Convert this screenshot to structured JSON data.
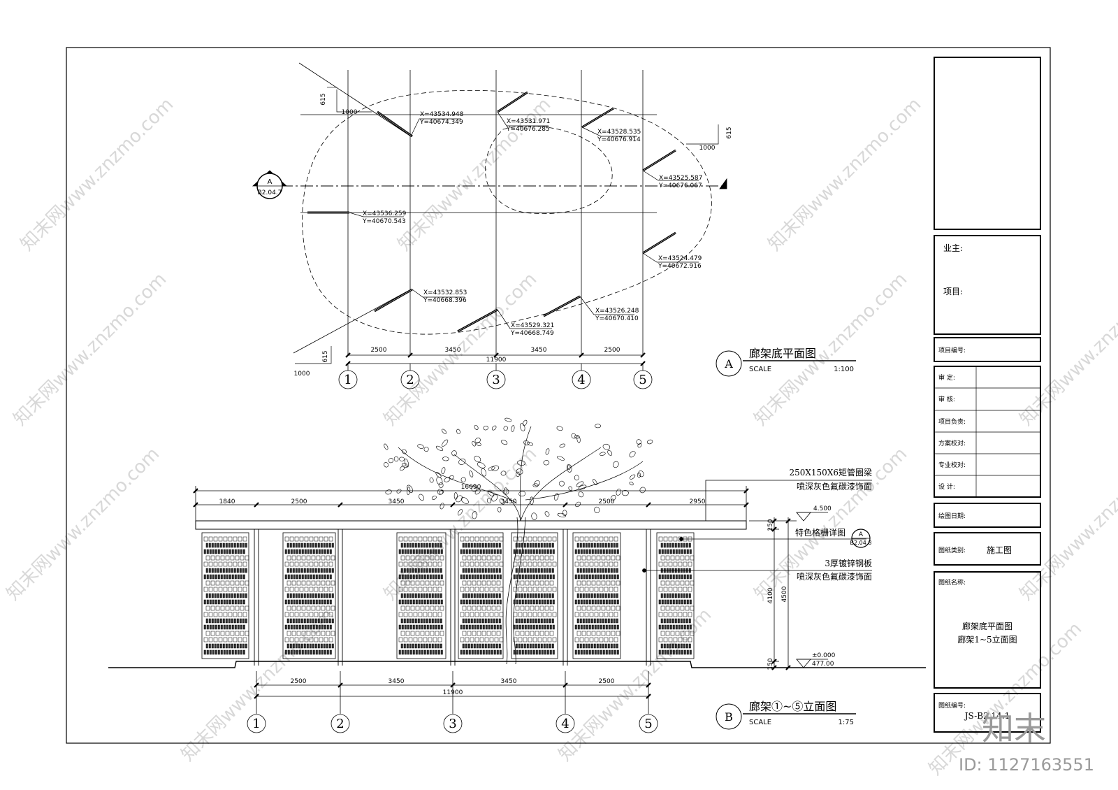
{
  "plan": {
    "title": "廊架底平面图",
    "symbol": "A",
    "scale_label": "SCALE",
    "scale_value": "1:100",
    "section_mark": {
      "letter": "A",
      "ref": "B2.04.7"
    },
    "dims_top": [
      "2500",
      "3450",
      "3450",
      "2500"
    ],
    "dim_total": "11900",
    "slope_labels": {
      "rise": "615",
      "run": "1000"
    },
    "axes": [
      "1",
      "2",
      "3",
      "4",
      "5"
    ],
    "coords": [
      {
        "x": "X=43534.948",
        "y": "Y=40674.349"
      },
      {
        "x": "X=43531.971",
        "y": "Y=40676.285"
      },
      {
        "x": "X=43528.535",
        "y": "Y=40676.914"
      },
      {
        "x": "X=43525.587",
        "y": "Y=40676.067"
      },
      {
        "x": "X=43536.259",
        "y": "Y=40670.543"
      },
      {
        "x": "X=43524.479",
        "y": "Y=40672.916"
      },
      {
        "x": "X=43532.853",
        "y": "Y=40668.396"
      },
      {
        "x": "X=43529.321",
        "y": "Y=40668.749"
      },
      {
        "x": "X=43526.248",
        "y": "Y=40670.410"
      }
    ]
  },
  "elev": {
    "title": "廊架①~⑤立面图",
    "symbol": "B",
    "scale_label": "SCALE",
    "scale_value": "1:75",
    "dims_top": [
      "1840",
      "2500",
      "3450",
      "3450",
      "2500",
      "2950"
    ],
    "dim_top_total": "16690",
    "dims_bottom": [
      "2500",
      "3450",
      "3450",
      "2500"
    ],
    "dim_total": "11900",
    "axes": [
      "1",
      "2",
      "3",
      "4",
      "5"
    ],
    "level_top": "4.500",
    "level_zero": "±0.000",
    "level_ground": "477.00",
    "vdims": [
      "250",
      "4100",
      "4500",
      "150"
    ],
    "notes": {
      "beam_1": "250X150X6矩管圈梁",
      "beam_2": "喷深灰色氟碳漆饰面",
      "grille": "特色格栅详图",
      "grille_ref_letter": "A",
      "grille_ref": "B2.04.8",
      "plate_1": "3厚镀锌钢板",
      "plate_2": "喷深灰色氟碳漆饰面"
    }
  },
  "titleblock": {
    "owner": "业主:",
    "project": "项目:",
    "project_no": "项目编号:",
    "approve_rows": [
      "审    定:",
      "审    核:",
      "项目负责:",
      "方案校对:",
      "专业校对:",
      "设    计:"
    ],
    "draw_date": "绘图日期:",
    "drawing_type_label": "图纸类别:",
    "drawing_type": "施工图",
    "drawing_name_label": "图纸名称:",
    "drawing_name_1": "廊架底平面图",
    "drawing_name_2": "廊架1~5立面图",
    "drawing_no_label": "图纸编号:",
    "drawing_no": "JS-B2.14.1"
  },
  "watermark": {
    "text": "知末网www.znzmo.com",
    "logo": "知末",
    "id": "ID: 1127163551"
  }
}
